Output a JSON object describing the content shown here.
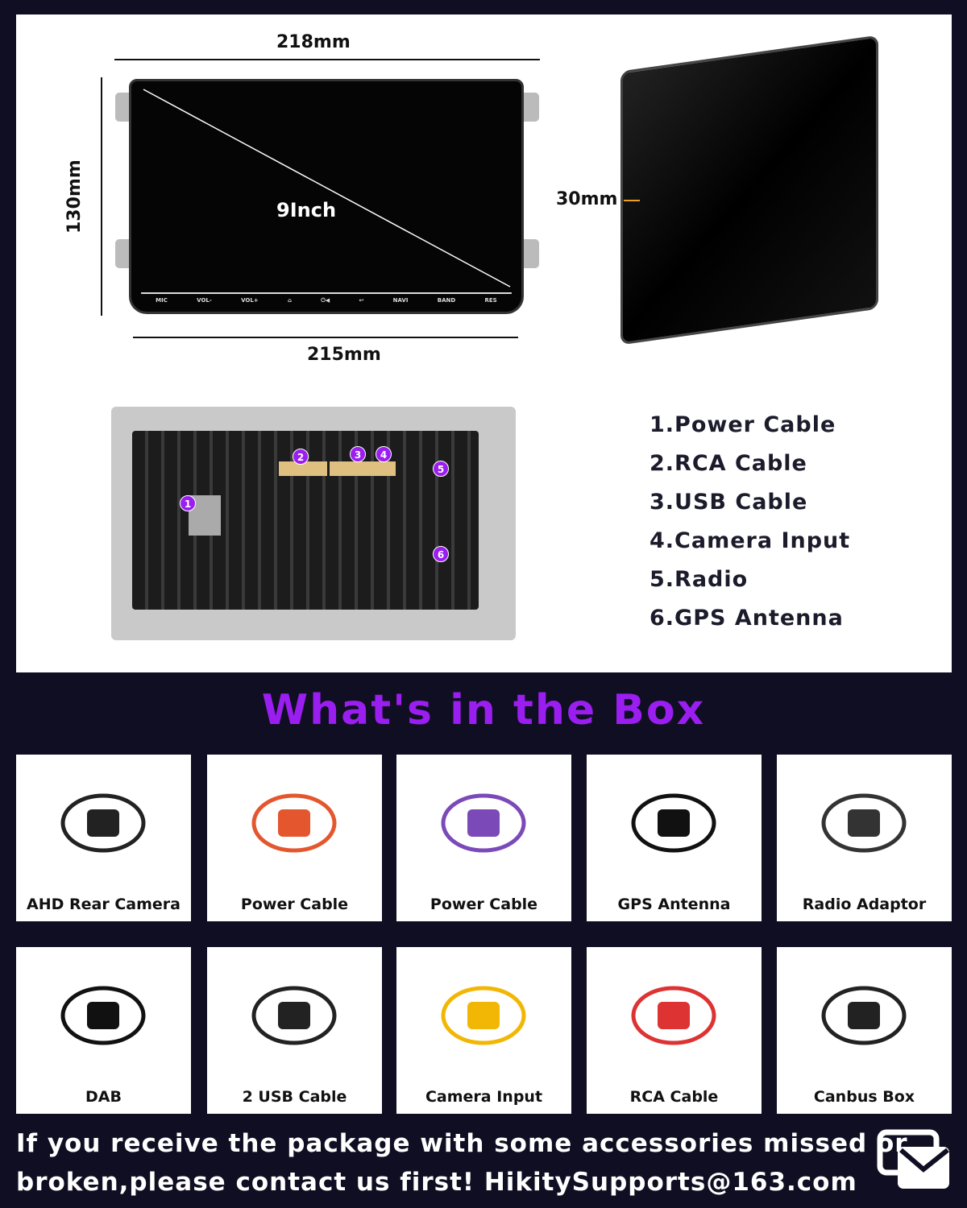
{
  "dimensions": {
    "width_top": "218mm",
    "height": "130mm",
    "width_bottom": "215mm",
    "depth": "30mm",
    "screen_size": "9Inch"
  },
  "front_buttons": [
    "MIC",
    "VOL-",
    "VOL+",
    "⌂",
    "⏻◀",
    "↩",
    "NAVI",
    "BAND",
    "RES"
  ],
  "port_markers": [
    "1",
    "2",
    "3",
    "4",
    "5",
    "6"
  ],
  "ports": [
    "1.Power Cable",
    "2.RCA Cable",
    "3.USB Cable",
    "4.Camera Input",
    "5.Radio",
    "6.GPS Antenna"
  ],
  "box_title": "What's in the Box",
  "items": [
    {
      "label": "AHD Rear Camera"
    },
    {
      "label": "Power Cable"
    },
    {
      "label": "Power Cable"
    },
    {
      "label": "GPS Antenna"
    },
    {
      "label": "Radio Adaptor"
    },
    {
      "label": "DAB"
    },
    {
      "label": "2 USB Cable"
    },
    {
      "label": "Camera Input"
    },
    {
      "label": "RCA Cable"
    },
    {
      "label": "Canbus Box"
    }
  ],
  "footer": {
    "line1": "If you receive the package with some accessories missed or",
    "line2": "broken,please contact us first! HikitySupports@163.com"
  },
  "colors": {
    "accent": "#9b1ef0",
    "background": "#100e22"
  }
}
